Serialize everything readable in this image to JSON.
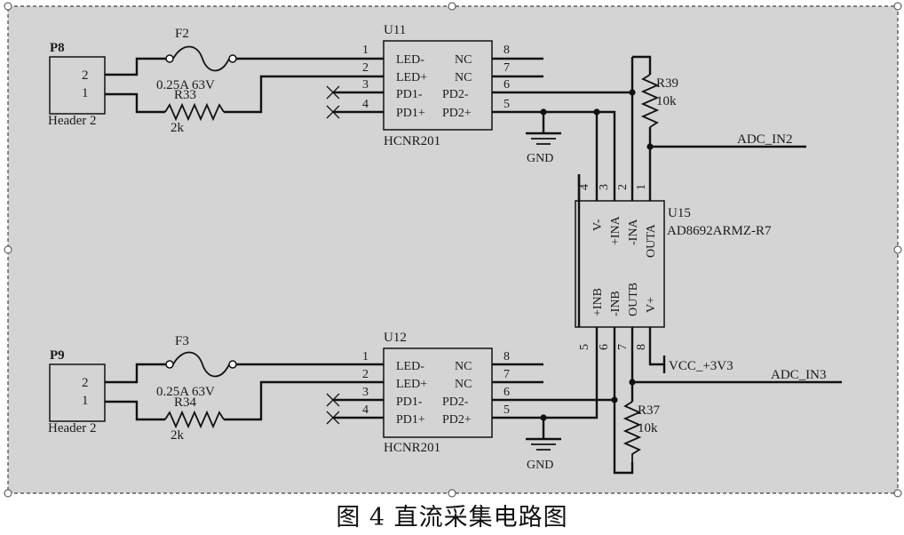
{
  "caption": "图 4    直流采集电路图",
  "top": {
    "connector": {
      "ref": "P8",
      "pins": [
        "2",
        "1"
      ],
      "value": "Header 2"
    },
    "fuse": {
      "ref": "F2",
      "value": "0.25A 63V"
    },
    "resistor": {
      "ref": "R33",
      "value": "2k"
    },
    "ic": {
      "ref": "U11",
      "part": "HCNR201"
    },
    "pullup": {
      "ref": "R39",
      "value": "10k"
    },
    "gnd": "GND",
    "net": "ADC_IN2"
  },
  "bottom": {
    "connector": {
      "ref": "P9",
      "pins": [
        "2",
        "1"
      ],
      "value": "Header 2"
    },
    "fuse": {
      "ref": "F3",
      "value": "0.25A 63V"
    },
    "resistor": {
      "ref": "R34",
      "value": "2k"
    },
    "ic": {
      "ref": "U12",
      "part": "HCNR201"
    },
    "pullup": {
      "ref": "R37",
      "value": "10k"
    },
    "gnd": "GND",
    "net": "ADC_IN3"
  },
  "opto_pins": {
    "left": [
      "LED-",
      "LED+",
      "PD1-",
      "PD1+"
    ],
    "right": [
      "NC",
      "NC",
      "PD2-",
      "PD2+"
    ],
    "left_nums": [
      "1",
      "2",
      "3",
      "4"
    ],
    "right_nums": [
      "8",
      "7",
      "6",
      "5"
    ]
  },
  "opamp": {
    "ref": "U15",
    "part": "AD8692ARMZ-R7",
    "top_pins": [
      "V-",
      "+INA",
      "-INA",
      "OUTA"
    ],
    "top_nums": [
      "4",
      "3",
      "2",
      "1"
    ],
    "bottom_pins": [
      "+INB",
      "-INB",
      "OUTB",
      "V+"
    ],
    "bottom_nums": [
      "5",
      "6",
      "7",
      "8"
    ]
  },
  "supply": "VCC_+3V3"
}
